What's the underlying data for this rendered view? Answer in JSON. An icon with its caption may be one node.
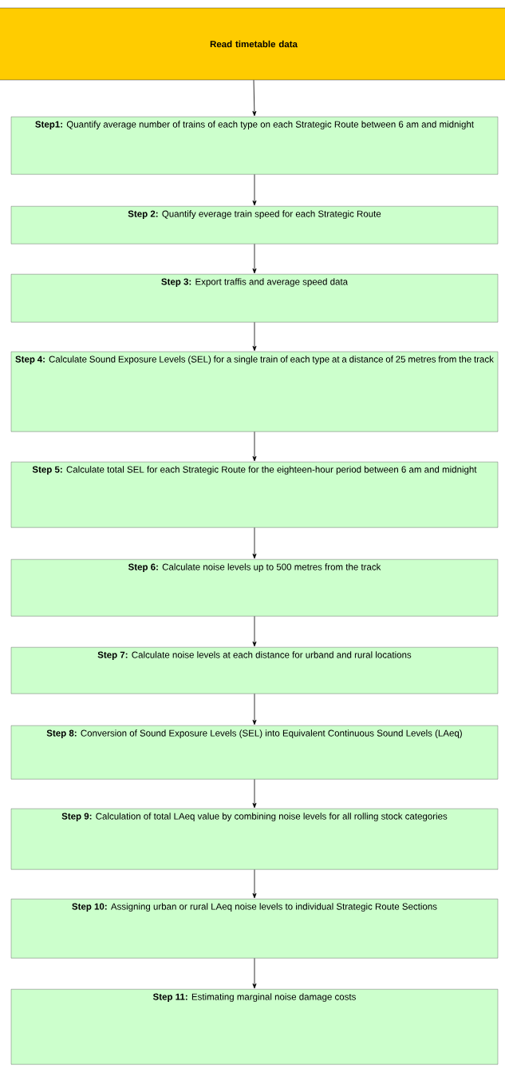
{
  "diagram": {
    "nodes": [
      {
        "text": [
          "Read timetable data"
        ]
      },
      {
        "text": [
          "**Step1:** Quantify average number of trains of each type on each Strategic Route between 6 am and midnight"
        ]
      },
      {
        "text": [
          "**Step 2:** Quantify everage train speed for each Strategic Route"
        ]
      },
      {
        "text": [
          "**Step 3:** Export traffis and average speed data"
        ]
      },
      {
        "text": [
          "**Step 4:** Calculate Sound Exposure Levels (SEL) for a single train of each type at a distance of 25 metres from the track"
        ]
      },
      {
        "text": [
          "**Step 5:** Calculate total SEL for each Strategic Route for the eighteen-hour period between 6 am and midnight"
        ]
      },
      {
        "text": [
          "**Step 6:** Calculate noise levels up to 500 metres from the track"
        ]
      },
      {
        "text": [
          "**Step 7:** Calculate noise levels at each distance for urband and rural locations"
        ]
      },
      {
        "text": [
          "**Step 8:** Conversion of Sound Exposure Levels (SEL) into Equivalent Continuous Sound Levels (LAeq)"
        ]
      },
      {
        "text": [
          "**Step 9:** Calculation of total LAeq value by combining noise levels for all rolling stock categories"
        ]
      },
      {
        "text": [
          "**Step 10:** Assigning urban or rural LAeq noise levels to individual Strategic Route Sections"
        ]
      },
      {
        "text": [
          "**Step 11:** Estimating marginal noise damage costs"
        ]
      }
    ],
    "edges": [
      {
        "from": 0,
        "to": 1,
        "arrow": "to"
      },
      {
        "from": 1,
        "to": 2,
        "arrow": "to"
      },
      {
        "from": 2,
        "to": 3,
        "arrow": "to"
      },
      {
        "from": 3,
        "to": 4,
        "arrow": "to"
      },
      {
        "from": 4,
        "to": 5,
        "arrow": "to"
      },
      {
        "from": 5,
        "to": 6,
        "arrow": "to"
      },
      {
        "from": 6,
        "to": 7,
        "arrow": "to"
      },
      {
        "from": 7,
        "to": 8,
        "arrow": "to"
      },
      {
        "from": 8,
        "to": 9,
        "arrow": "to"
      },
      {
        "from": 9,
        "to": 10,
        "arrow": "to"
      },
      {
        "from": 10,
        "to": 11,
        "arrow": "to"
      }
    ]
  }
}
